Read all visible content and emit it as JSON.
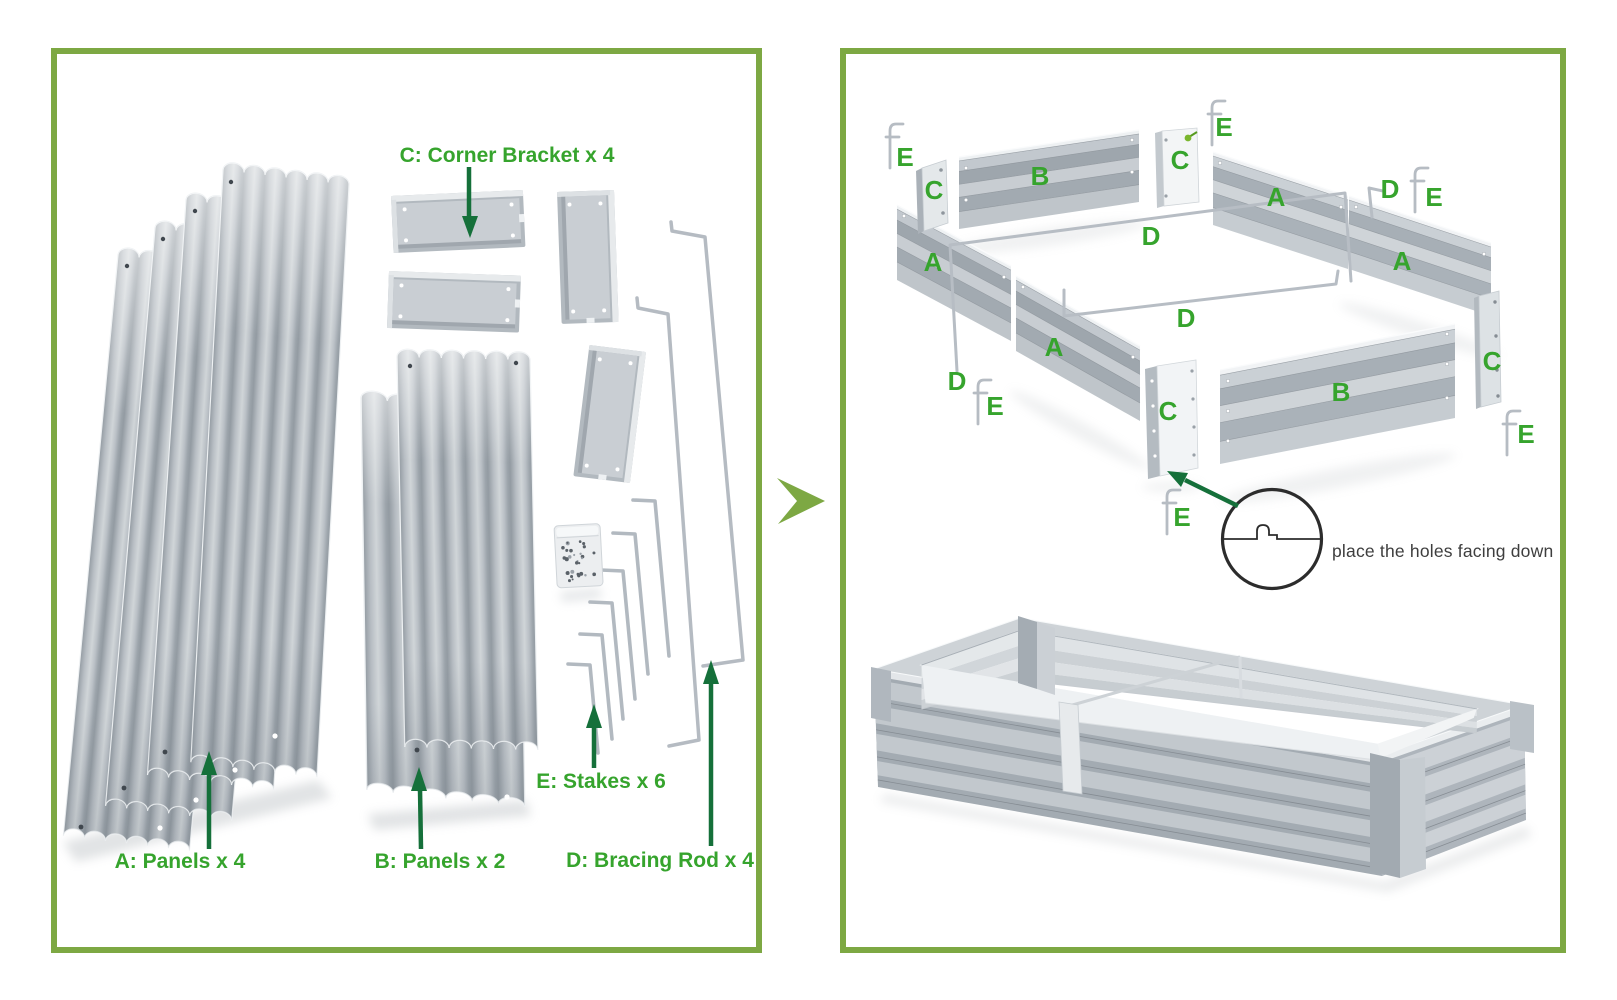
{
  "colors": {
    "frame-green": "#7da843",
    "label-green": "#36a42d",
    "arrow-green": "#15703a",
    "diagram-ink": "#2c2c2c",
    "note-ink": "#3e3e3e"
  },
  "left_panel": {
    "labels": {
      "a": "A: Panels x 4",
      "b": "B: Panels x 2",
      "c": "C: Corner Bracket x 4",
      "d": "D: Bracing Rod x 4",
      "e": "E: Stakes x 6"
    }
  },
  "right_panel": {
    "markers": {
      "a": "A",
      "b": "B",
      "c": "C",
      "d": "D",
      "e": "E"
    },
    "note": "place the holes facing down"
  }
}
